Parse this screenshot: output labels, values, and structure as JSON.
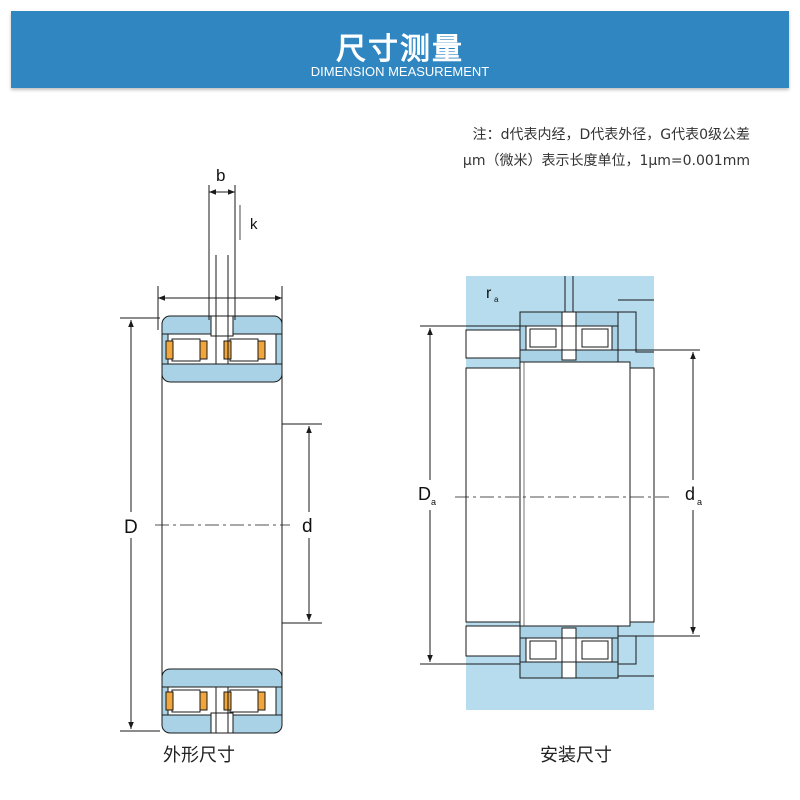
{
  "header": {
    "title": "尺寸测量",
    "subtitle": "DIMENSION MEASUREMENT",
    "background_color": "#2f86c0"
  },
  "notes": {
    "line1": "注：d代表内经，D代表外径，G代表0级公差",
    "line2": "μm（微米）表示长度单位，1μm=0.001mm"
  },
  "left_diagram": {
    "caption": "外形尺寸",
    "labels": {
      "outer_diameter": "D",
      "inner_diameter": "d",
      "width": "b",
      "k": "k"
    }
  },
  "right_diagram": {
    "caption": "安装尺寸",
    "labels": {
      "Da": "D",
      "Da_sub": "a",
      "da": "d",
      "da_sub": "a",
      "ra": "r",
      "ra_sub": "a"
    }
  },
  "colors": {
    "ring_fill": "#a9d2e6",
    "roller_fill": "#f2a53a",
    "housing_fill": "#b7dcee",
    "line": "#1a1a1a"
  }
}
